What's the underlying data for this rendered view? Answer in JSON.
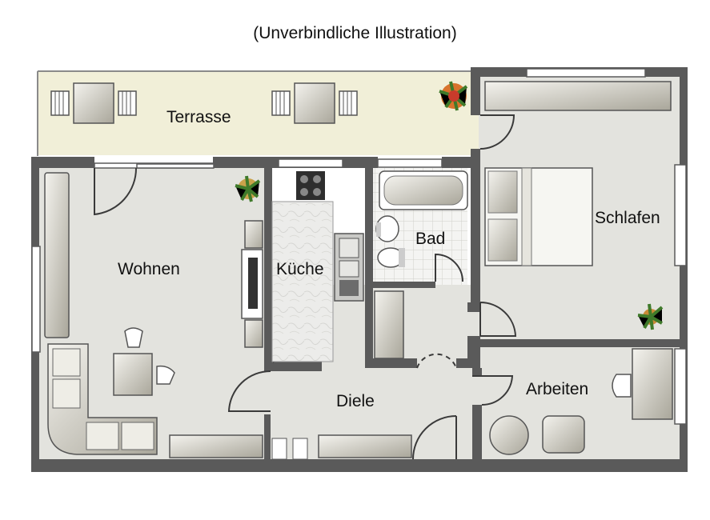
{
  "caption": "(Unverbindliche Illustration)",
  "rooms": {
    "terrasse": "Terrasse",
    "wohnen": "Wohnen",
    "kueche": "Küche",
    "bad": "Bad",
    "schlafen": "Schlafen",
    "diele": "Diele",
    "arbeiten": "Arbeiten"
  },
  "colors": {
    "wall": "#5a5a5a",
    "floor": "#e3e3de",
    "terrace": "#f1efd8",
    "furniture": "#d8d6cc"
  }
}
